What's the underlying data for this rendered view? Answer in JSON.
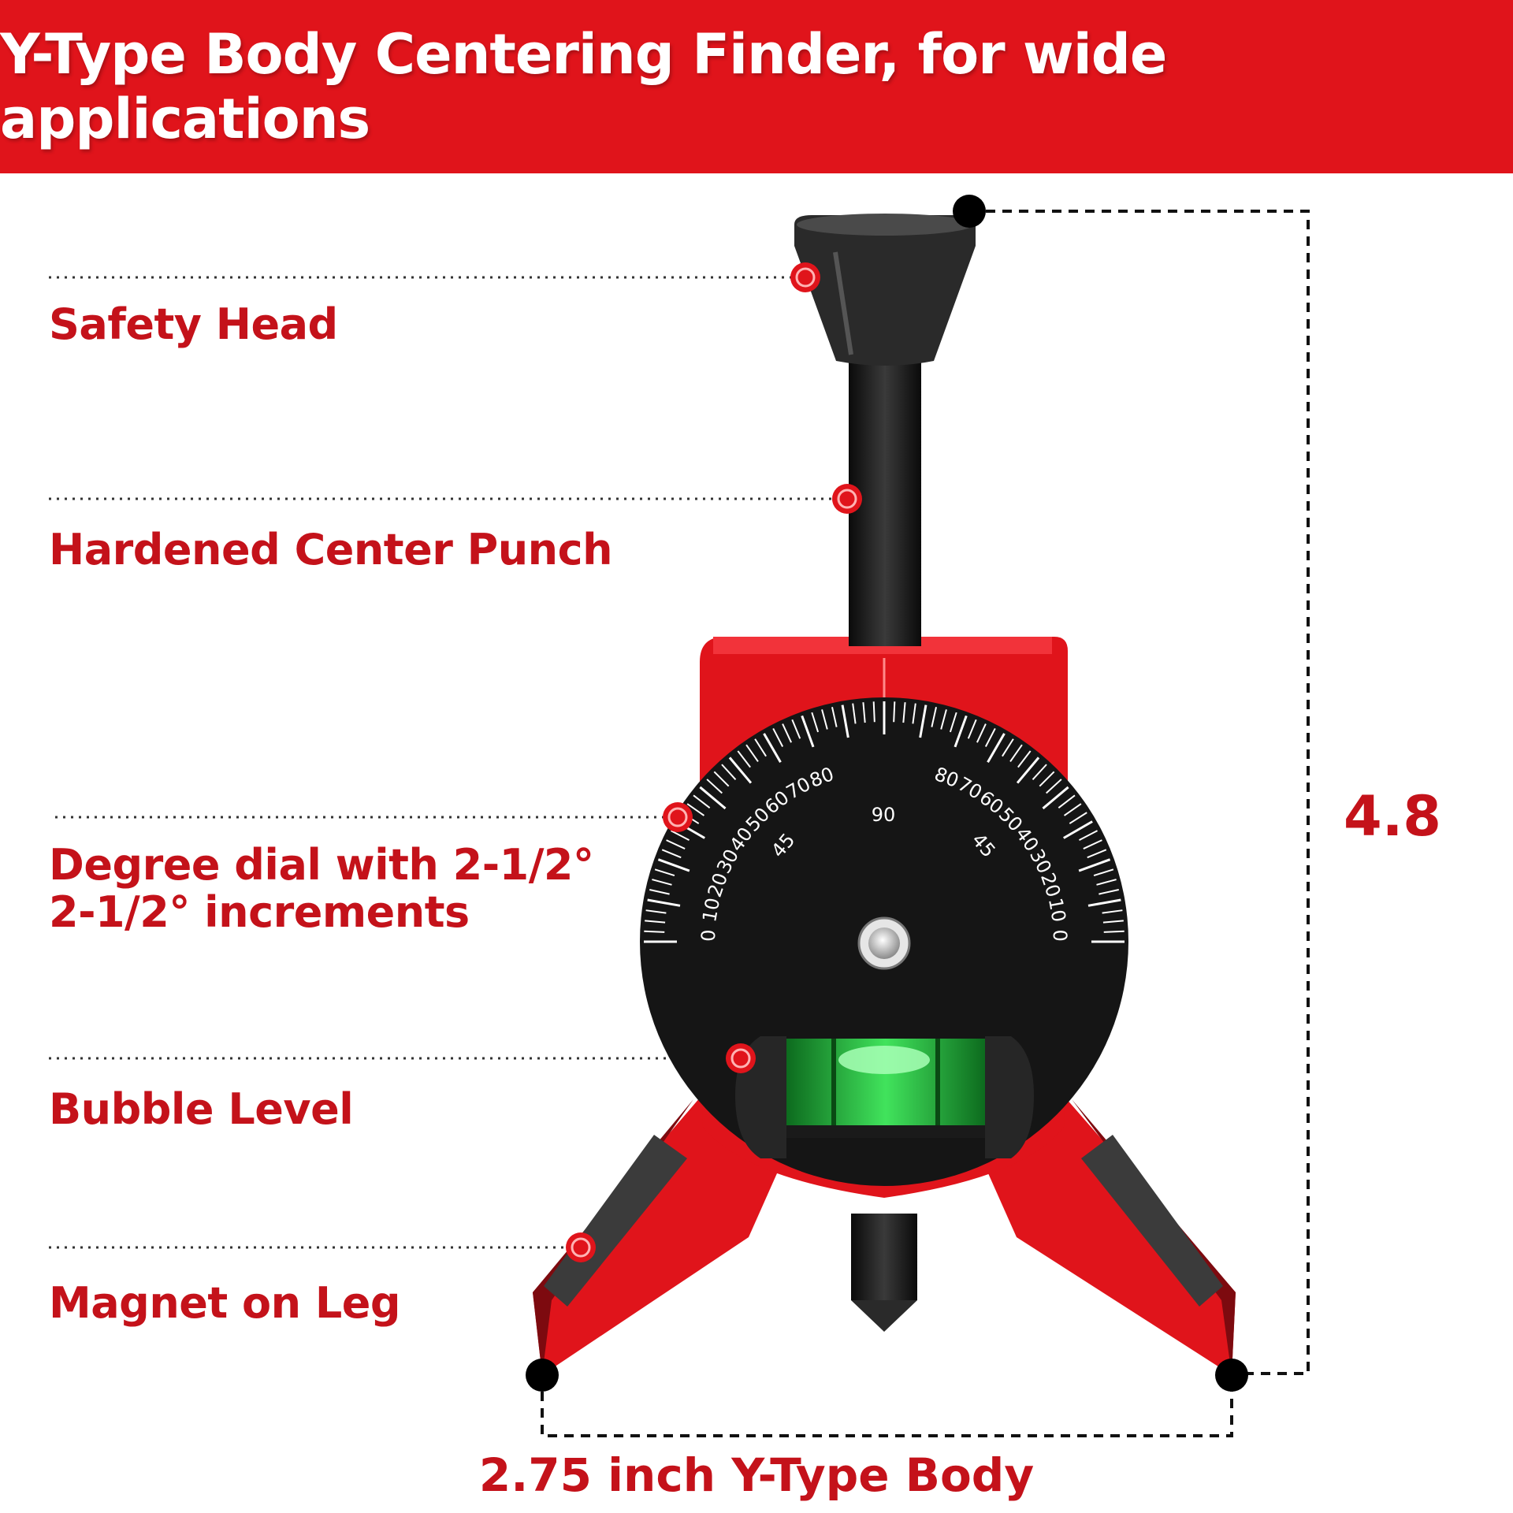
{
  "banner": {
    "title": "Y-Type Body Centering Finder, for wide applications",
    "color": "#e0141b"
  },
  "callouts": {
    "safety_head": "Safety Head",
    "center_punch": "Hardened Center Punch",
    "degree_dial": "Degree dial with 2-1/2° 2-1/2° increments",
    "bubble_level": "Bubble Level",
    "magnet_leg": "Magnet on Leg"
  },
  "dimensions": {
    "height": "4.8",
    "width": "2.75 inch Y-Type Body"
  },
  "dial": {
    "left_labels": [
      "0",
      "10",
      "20",
      "30",
      "40",
      "50",
      "60",
      "70",
      "80"
    ],
    "right_labels": [
      "80",
      "70",
      "60",
      "50",
      "40",
      "30",
      "20",
      "10",
      "0"
    ],
    "center_label": "90",
    "inner_labels": [
      "45",
      "45"
    ]
  },
  "colors": {
    "accent_red": "#c4121a",
    "body_red": "#e0141b",
    "dial_black": "#151515",
    "vial_green": "#2fd14a"
  }
}
